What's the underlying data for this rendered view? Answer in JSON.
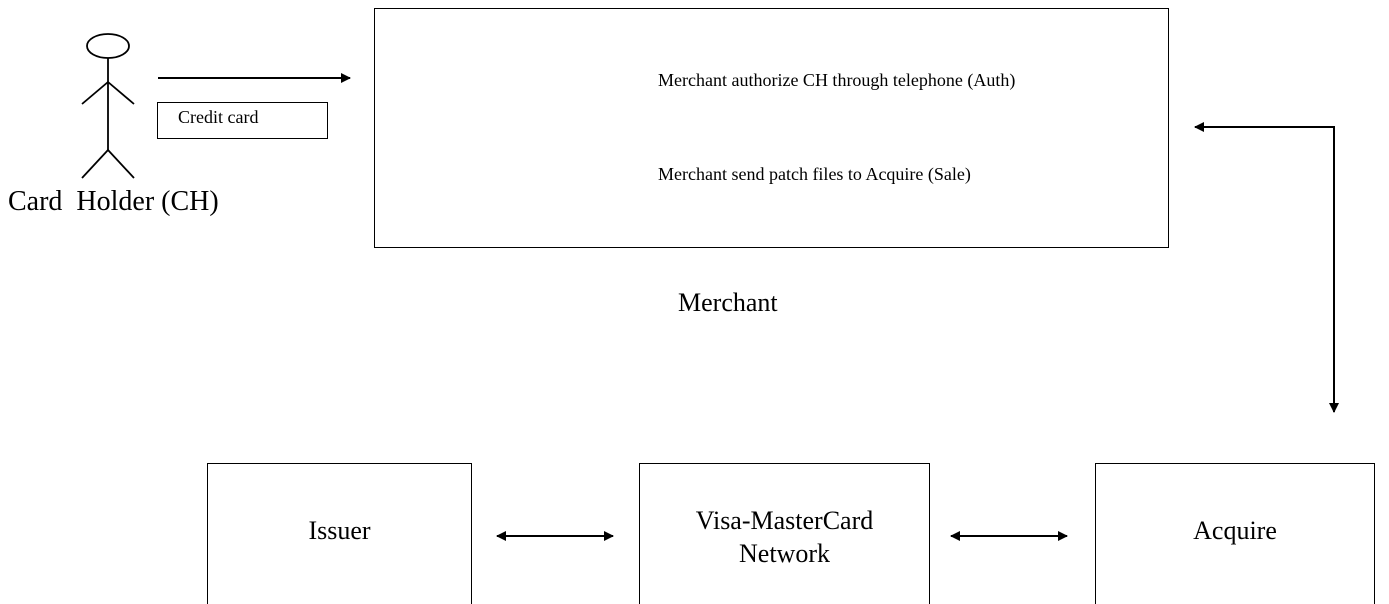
{
  "card_holder": {
    "label": "Card  Holder (CH)",
    "card_label": "Credit card"
  },
  "merchant": {
    "label": "Merchant",
    "auth_text": "Merchant authorize CH through telephone (Auth)",
    "sale_text": "Merchant send patch files to Acquire (Sale)"
  },
  "issuer": {
    "label": "Issuer"
  },
  "network": {
    "line1": "Visa-MasterCard",
    "line2": "Network"
  },
  "acquire": {
    "label": "Acquire"
  },
  "icons": {
    "actors": "stick-figure",
    "telephone": "rotary-telephone",
    "documents": "multiple-documents"
  }
}
